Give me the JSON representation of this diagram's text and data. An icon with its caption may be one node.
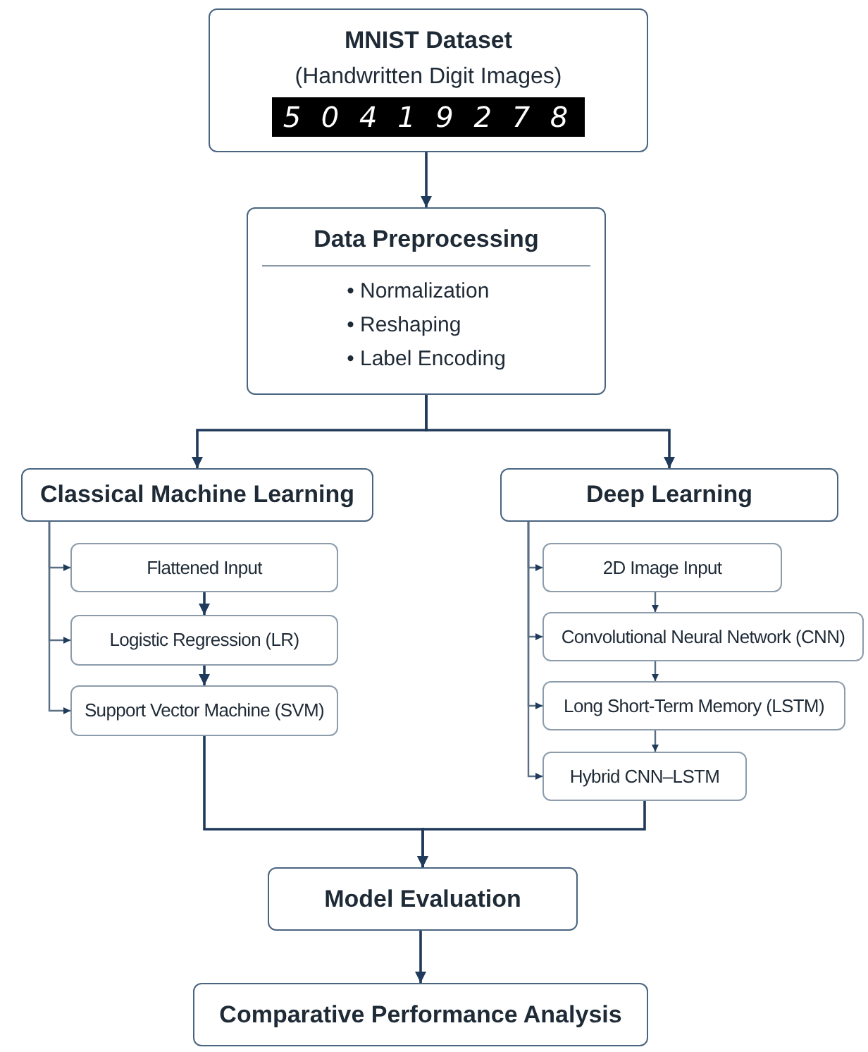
{
  "diagram": {
    "nodes": [
      {
        "text": [
          "MNIST Dataset",
          "(Handwritten Digit Images)",
          "5 0 4 1 9 2 7 8"
        ]
      },
      {
        "text": [
          "Data Preprocessing",
          "• Normalization",
          "• Reshaping",
          "• Label Encoding"
        ]
      },
      {
        "text": [
          "Classical Machine Learning"
        ]
      },
      {
        "text": [
          "Flattened Input"
        ]
      },
      {
        "text": [
          "Logistic Regression (LR)"
        ]
      },
      {
        "text": [
          "Support Vector Machine (SVM)"
        ]
      },
      {
        "text": [
          "Deep Learning"
        ]
      },
      {
        "text": [
          "2D Image Input"
        ]
      },
      {
        "text": [
          "Convolutional Neural Network (CNN)"
        ]
      },
      {
        "text": [
          "Long Short-Term Memory (LSTM)"
        ]
      },
      {
        "text": [
          "Hybrid CNN–LSTM"
        ]
      },
      {
        "text": [
          "Model Evaluation"
        ]
      },
      {
        "text": [
          "Comparative Performance Analysis"
        ]
      }
    ],
    "edges": [
      {
        "from": 0,
        "to": 1,
        "arrow": "to"
      },
      {
        "from": 1,
        "to": 2,
        "arrow": "to"
      },
      {
        "from": 1,
        "to": 6,
        "arrow": "to"
      },
      {
        "from": 2,
        "to": 3,
        "arrow": "to"
      },
      {
        "from": 2,
        "to": 4,
        "arrow": "to"
      },
      {
        "from": 2,
        "to": 5,
        "arrow": "to"
      },
      {
        "from": 3,
        "to": 4,
        "arrow": "to"
      },
      {
        "from": 4,
        "to": 5,
        "arrow": "to"
      },
      {
        "from": 6,
        "to": 7,
        "arrow": "to"
      },
      {
        "from": 6,
        "to": 8,
        "arrow": "to"
      },
      {
        "from": 6,
        "to": 9,
        "arrow": "to"
      },
      {
        "from": 6,
        "to": 10,
        "arrow": "to"
      },
      {
        "from": 7,
        "to": 8,
        "arrow": "to"
      },
      {
        "from": 8,
        "to": 9,
        "arrow": "to"
      },
      {
        "from": 9,
        "to": 10,
        "arrow": "to"
      },
      {
        "from": 5,
        "to": 11,
        "arrow": "to"
      },
      {
        "from": 10,
        "to": 11,
        "arrow": "to"
      },
      {
        "from": 11,
        "to": 12,
        "arrow": "to"
      }
    ]
  }
}
